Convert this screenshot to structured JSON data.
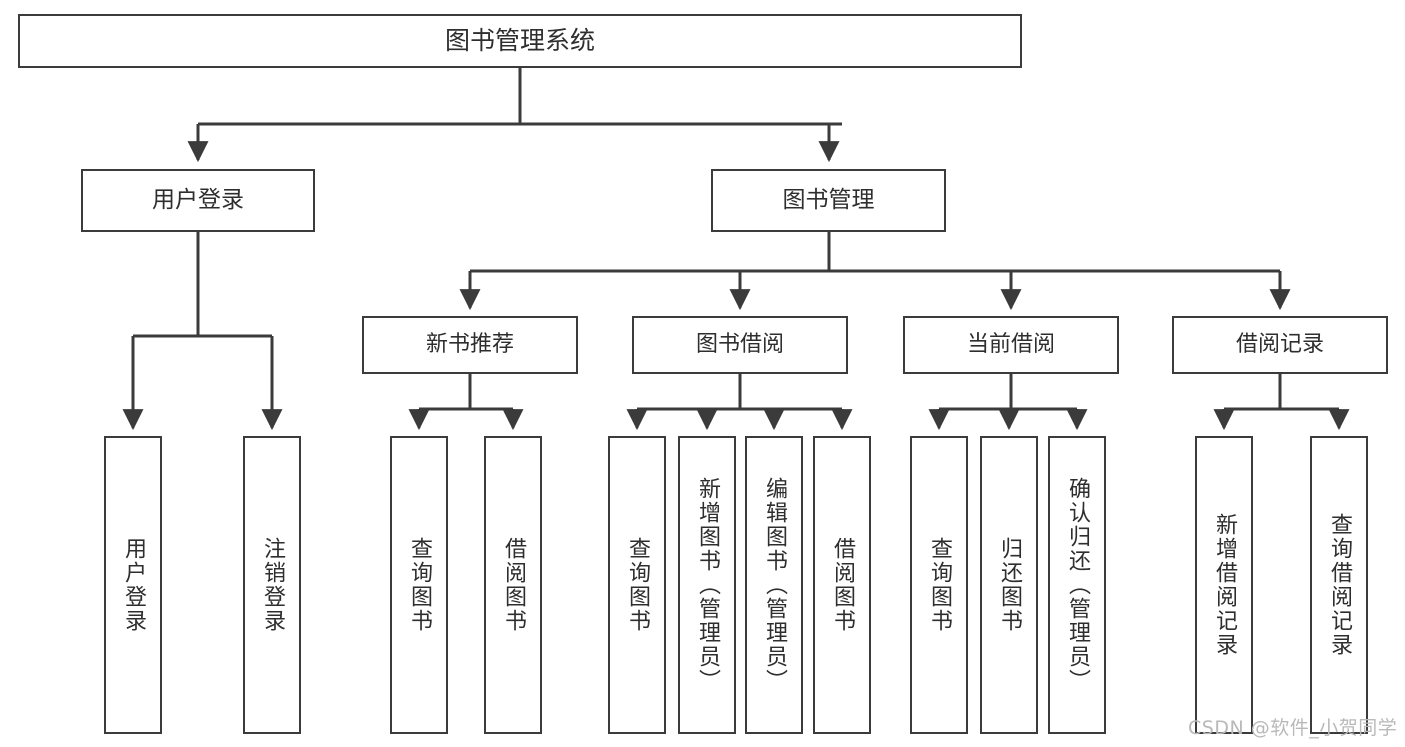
{
  "diagram": {
    "type": "tree-hierarchy",
    "title": "图书管理系统",
    "root": {
      "id": "root",
      "label": "图书管理系统"
    },
    "level2": [
      {
        "id": "user-login",
        "label": "用户登录"
      },
      {
        "id": "book-manage",
        "label": "图书管理"
      }
    ],
    "level3": [
      {
        "id": "new-book-rec",
        "label": "新书推荐",
        "parent": "book-manage"
      },
      {
        "id": "book-borrow",
        "label": "图书借阅",
        "parent": "book-manage"
      },
      {
        "id": "current-borrow",
        "label": "当前借阅",
        "parent": "book-manage"
      },
      {
        "id": "borrow-record",
        "label": "借阅记录",
        "parent": "book-manage"
      }
    ],
    "leaves": [
      {
        "id": "leaf-user-login",
        "label": "用户登录",
        "parent": "user-login"
      },
      {
        "id": "leaf-user-logout",
        "label": "注销登录",
        "parent": "user-login"
      },
      {
        "id": "leaf-query-book-1",
        "label": "查询图书",
        "parent": "new-book-rec"
      },
      {
        "id": "leaf-borrow-book-1",
        "label": "借阅图书",
        "parent": "new-book-rec"
      },
      {
        "id": "leaf-query-book-2",
        "label": "查询图书",
        "parent": "book-borrow"
      },
      {
        "id": "leaf-add-book",
        "label": "新增图书（管理员）",
        "parent": "book-borrow"
      },
      {
        "id": "leaf-edit-book",
        "label": "编辑图书（管理员）",
        "parent": "book-borrow"
      },
      {
        "id": "leaf-borrow-book-2",
        "label": "借阅图书",
        "parent": "book-borrow"
      },
      {
        "id": "leaf-query-book-3",
        "label": "查询图书",
        "parent": "current-borrow"
      },
      {
        "id": "leaf-return-book",
        "label": "归还图书",
        "parent": "current-borrow"
      },
      {
        "id": "leaf-confirm-return",
        "label": "确认归还（管理员）",
        "parent": "current-borrow"
      },
      {
        "id": "leaf-add-record",
        "label": "新增借阅记录",
        "parent": "borrow-record"
      },
      {
        "id": "leaf-query-record",
        "label": "查询借阅记录",
        "parent": "borrow-record"
      }
    ],
    "colors": {
      "border": "#3b3b3b",
      "text": "#2e2e2e",
      "background": "#ffffff",
      "connector": "#3b3b3b",
      "watermark": "#b9b9b9"
    }
  },
  "watermark": {
    "text": "CSDN @软件_小贺同学"
  }
}
